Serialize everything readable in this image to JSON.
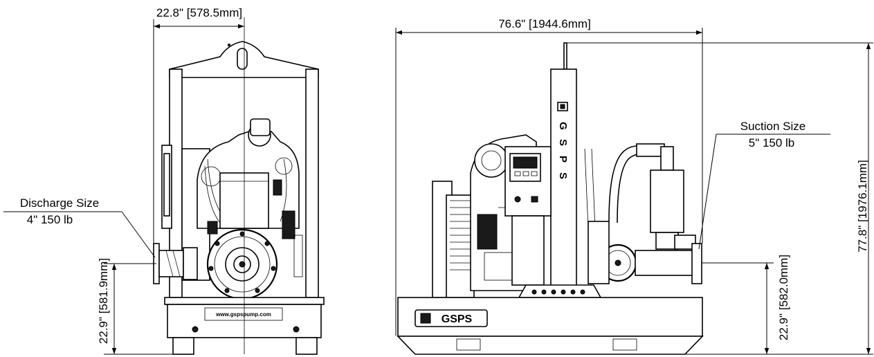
{
  "dimensions": {
    "front_width": "22.8\" [578.5mm]",
    "front_discharge_height": "22.9\" [581.9mm]",
    "side_length": "76.6\" [1944.6mm]",
    "side_overall_height": "77.8\" [1976.1mm]",
    "side_suction_height": "22.9\" [582.0mm]"
  },
  "callouts": {
    "discharge_title": "Discharge Size",
    "discharge_value": "4\" 150 lb",
    "suction_title": "Suction Size",
    "suction_value": "5\" 150 lb"
  },
  "labels": {
    "website": "www.gspspump.com",
    "brand": "GSPS",
    "mast_letters": [
      "G",
      "S",
      "P",
      "S"
    ]
  }
}
